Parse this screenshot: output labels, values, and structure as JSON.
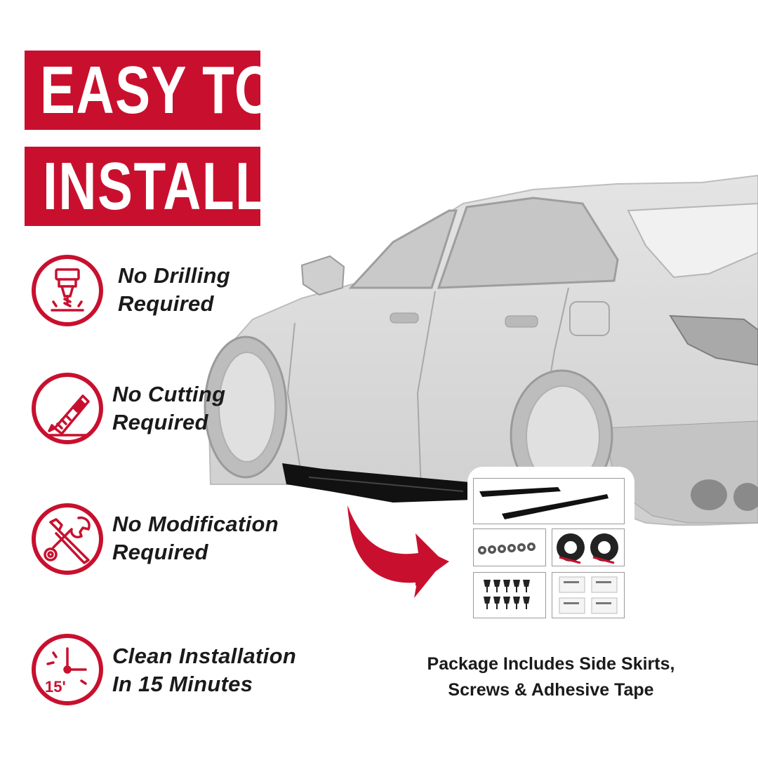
{
  "colors": {
    "accent_red": "#c8102e",
    "text_dark": "#1a1a1a",
    "car_gray": "#d9d9d9",
    "skirt_black": "#111111"
  },
  "headline": {
    "line1": "EASY TO",
    "line2": "INSTALL"
  },
  "features": [
    {
      "icon": "drill-icon",
      "line1": "No Drilling",
      "line2": "Required"
    },
    {
      "icon": "utility-knife-icon",
      "line1": "No Cutting",
      "line2": "Required"
    },
    {
      "icon": "wrench-screwdriver-icon",
      "line1": "No Modification",
      "line2": "Required"
    },
    {
      "icon": "clock-icon",
      "line1": "Clean Installation",
      "line2": "In 15 Minutes",
      "icon_label": "15'"
    }
  ],
  "package": {
    "contents": [
      {
        "icon": "side-skirt-pair-icon"
      },
      {
        "icon": "washers-icon"
      },
      {
        "icon": "adhesive-tape-rolls-icon"
      },
      {
        "icon": "screws-icon"
      },
      {
        "icon": "alcohol-wipes-icon"
      }
    ],
    "caption_line1": "Package Includes Side Skirts,",
    "caption_line2": "Screws & Adhesive Tape"
  }
}
